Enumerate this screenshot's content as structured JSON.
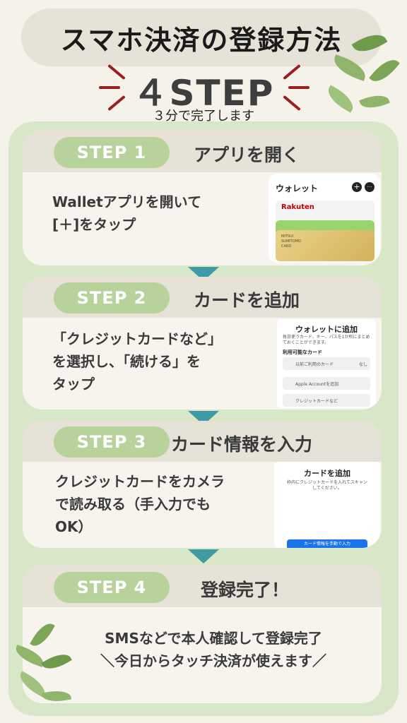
{
  "header": {
    "title": "スマホ決済の登録方法",
    "step_count": "４STEP",
    "subtitle": "３分で完了します"
  },
  "steps": [
    {
      "label": "STEP 1",
      "title": "アプリを開く",
      "line1": "Walletアプリを開いて",
      "line2": "[＋]をタップ",
      "line3": ""
    },
    {
      "label": "STEP 2",
      "title": "カードを追加",
      "line1": "「クレジットカードなど」",
      "line2": "を選択し、「続ける」を",
      "line3": "タップ"
    },
    {
      "label": "STEP 3",
      "title": "カード情報を入力",
      "line1": "クレジットカードをカメラ",
      "line2": "で読み取る（手入力でも",
      "line3": "OK）"
    },
    {
      "label": "STEP  4",
      "title": "登録完了！",
      "line1": "SMSなどで本人確認して登録完了",
      "line2": "＼今日からタッチ決済が使えます／",
      "line3": ""
    }
  ],
  "shot1": {
    "title": "ウォレット",
    "plus": "+",
    "more": "···",
    "card_brand": "Rakuten",
    "gold_card": "MITSUI\nSUMITOMO\nCARD"
  },
  "shot2": {
    "title": "ウォレットに追加",
    "desc": "毎日使うカード、キー、パスを1か所にまとめておくことができます。",
    "section": "利用可能なカード",
    "item1": "以前ご利用のカード",
    "item1_value": "なし",
    "item2": "Apple Accountを追加",
    "item3": "クレジットカードなど"
  },
  "shot3": {
    "title": "カードを追加",
    "desc": "枠内にクレジットカードを入れてスキャンしてください。",
    "button": "カード情報を手動で入力"
  },
  "colors": {
    "accent_green": "#b7d29b",
    "panel_green": "#d9e7c9",
    "arrow_teal": "#3f9aa4",
    "ray_red": "#9a1f1f"
  }
}
